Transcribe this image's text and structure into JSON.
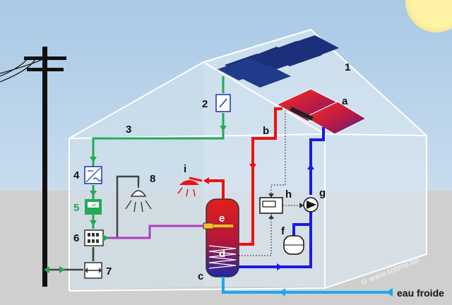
{
  "labels": {
    "1": "1",
    "2": "2",
    "3": "3",
    "4": "4",
    "5": "5",
    "6": "6",
    "7": "7",
    "8": "8",
    "a": "a",
    "b": "b",
    "c": "c",
    "d": "d",
    "e": "e",
    "f": "f",
    "g": "g",
    "h": "h",
    "i": "i"
  },
  "cold_water_label": "eau froide",
  "watermark": "© www.sotens.be",
  "colors": {
    "sky": "#b7d3ea",
    "ground": "#cfcfcf",
    "house_glass": "#d4e3ee",
    "electric_line": "#22aa55",
    "hot_line": "#ee1111",
    "return_line": "#1a1ae6",
    "cold_water_line": "#1aa9ee",
    "heater_line": "#b23cbe",
    "sun": "#fff3a6"
  },
  "icons": [
    "sun-icon",
    "utility-pole-icon",
    "pv-panel-icon",
    "solar-thermal-collector-icon",
    "switch-icon",
    "inverter-icon",
    "meter-icon",
    "distribution-board-icon",
    "lamp-icon",
    "shower-icon",
    "storage-tank-icon",
    "expansion-vessel-icon",
    "pump-icon",
    "controller-icon"
  ]
}
